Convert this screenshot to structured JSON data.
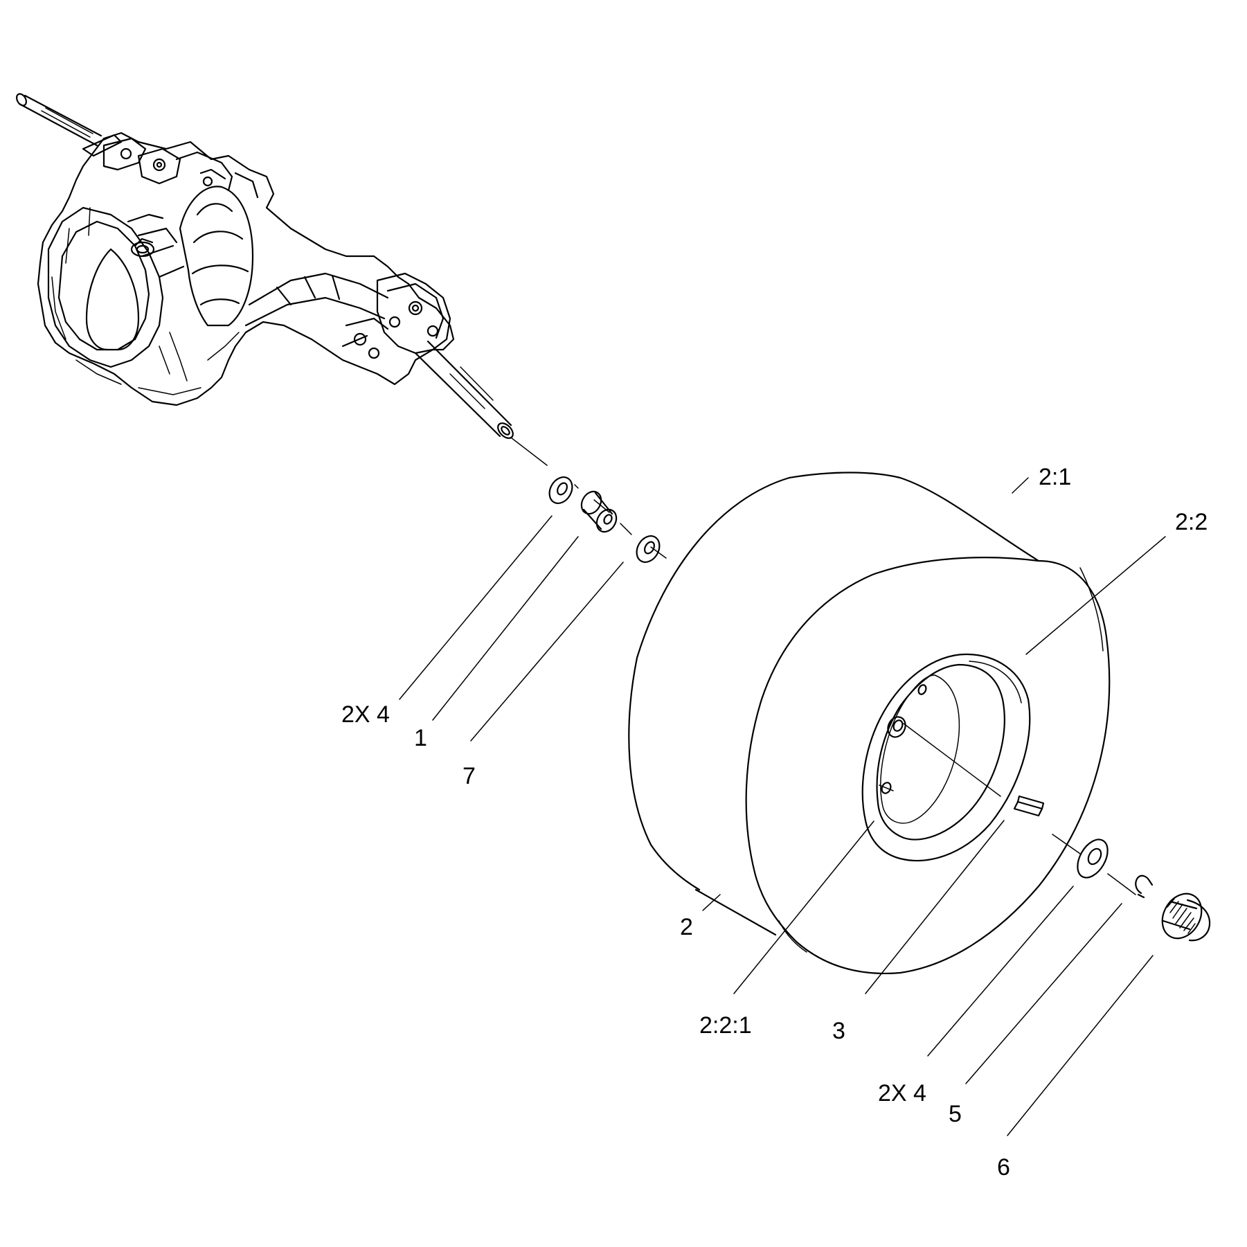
{
  "diagram": {
    "background_color": "#ffffff",
    "line_color": "#000000",
    "parts": [
      {
        "id": "transaxle",
        "icon": "transaxle-icon"
      },
      {
        "id": "axle-shaft",
        "icon": "axle-shaft-icon"
      },
      {
        "id": "washer-left",
        "icon": "washer-icon"
      },
      {
        "id": "spacer",
        "icon": "spacer-icon"
      },
      {
        "id": "washer-inner",
        "icon": "washer-icon"
      },
      {
        "id": "wheel-tire",
        "icon": "tire-icon"
      },
      {
        "id": "rim",
        "icon": "rim-icon"
      },
      {
        "id": "key",
        "icon": "key-icon"
      },
      {
        "id": "washer-outer",
        "icon": "washer-icon"
      },
      {
        "id": "retaining-ring",
        "icon": "retaining-ring-icon"
      },
      {
        "id": "hub-cap",
        "icon": "hub-cap-icon"
      }
    ],
    "callouts": {
      "c_2x4_left": "2X 4",
      "c_1": "1",
      "c_7": "7",
      "c_2_1": "2:1",
      "c_2_2": "2:2",
      "c_2": "2",
      "c_2_2_1": "2:2:1",
      "c_3": "3",
      "c_2x4_right": "2X 4",
      "c_5": "5",
      "c_6": "6"
    }
  }
}
